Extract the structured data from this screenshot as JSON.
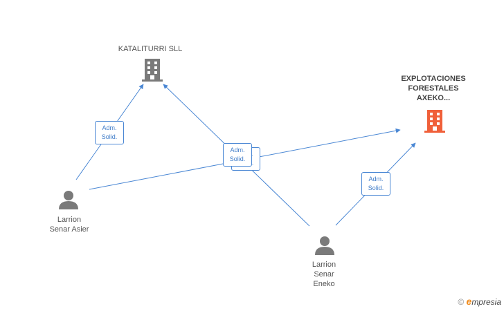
{
  "nodes": {
    "katalit": {
      "name": "KATALITURRI SLL",
      "type": "company",
      "color": "#7a7a7a"
    },
    "axeko": {
      "lines": [
        "EXPLOTACIONES",
        "FORESTALES",
        "AXEKO..."
      ],
      "type": "company",
      "color": "#f0603a"
    },
    "asier": {
      "lines": [
        "Larrion",
        "Senar Asier"
      ],
      "type": "person",
      "color": "#7a7a7a"
    },
    "eneko": {
      "lines": [
        "Larrion",
        "Senar",
        "Eneko"
      ],
      "type": "person",
      "color": "#7a7a7a"
    }
  },
  "edges": [
    {
      "from": "asier",
      "to": "katalit",
      "label": [
        "Adm.",
        "Solid."
      ]
    },
    {
      "from": "eneko",
      "to": "katalit",
      "label": [
        "Adm.",
        "Solid."
      ]
    },
    {
      "from": "asier",
      "to": "axeko",
      "label": [
        "Adm.",
        "Solid."
      ]
    },
    {
      "from": "eneko",
      "to": "axeko",
      "label": [
        "Adm.",
        "Solid."
      ]
    }
  ],
  "colors": {
    "edge": "#4a87d4",
    "edge_label": "#3c7ac8",
    "person": "#7a7a7a",
    "company": "#7a7a7a",
    "company_highlight": "#f0603a"
  },
  "watermark": {
    "copyright": "©",
    "brand_e": "e",
    "brand_rest": "mpresia"
  }
}
